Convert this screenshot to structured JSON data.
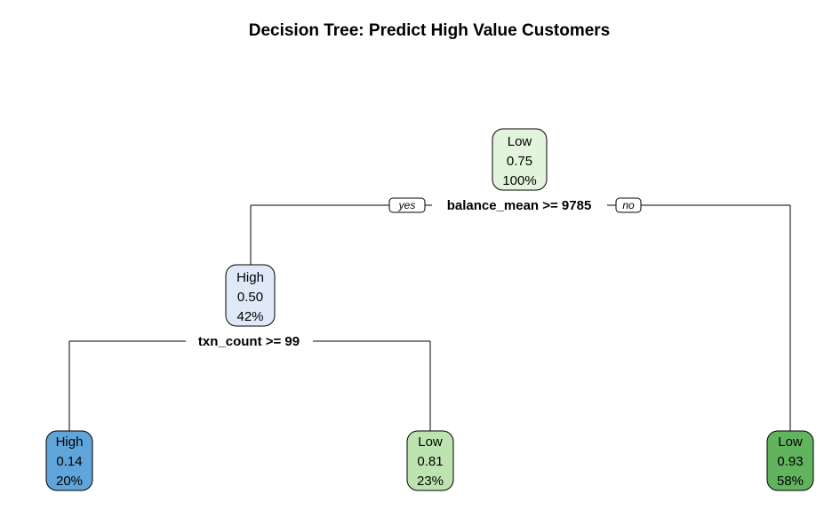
{
  "title": "Decision Tree: Predict High Value Customers",
  "edge_labels": {
    "yes": "yes",
    "no": "no"
  },
  "nodes": [
    {
      "id": "root",
      "class_label": "Low",
      "probability": "0.75",
      "percent": "100%",
      "fill": "#e3f4dc"
    },
    {
      "id": "left",
      "class_label": "High",
      "probability": "0.50",
      "percent": "42%",
      "fill": "#dfe9f7"
    },
    {
      "id": "left-left",
      "class_label": "High",
      "probability": "0.14",
      "percent": "20%",
      "fill": "#5fa5d9"
    },
    {
      "id": "left-right",
      "class_label": "Low",
      "probability": "0.81",
      "percent": "23%",
      "fill": "#bde3b0"
    },
    {
      "id": "right",
      "class_label": "Low",
      "probability": "0.93",
      "percent": "58%",
      "fill": "#62b35e"
    }
  ],
  "splits": [
    {
      "id": "root-split",
      "rule": "balance_mean >= 9785"
    },
    {
      "id": "left-split",
      "rule": "txn_count >= 99"
    }
  ]
}
